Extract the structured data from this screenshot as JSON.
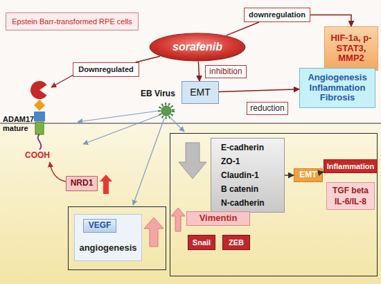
{
  "diagram": {
    "nodes": [
      {
        "text": [
          "Epstein Barr-transformed RPE cells"
        ]
      },
      {
        "text": [
          "downregulation"
        ]
      },
      {
        "text": [
          "sorafenib"
        ]
      },
      {
        "text": [
          "HIF-1a, p-STAT3, MMP2"
        ]
      },
      {
        "text": [
          "Downregulated"
        ]
      },
      {
        "text": [
          "inhibition"
        ]
      },
      {
        "text": [
          "Angiogenesis Inflammation Fibrosis"
        ]
      },
      {
        "text": [
          "EMT"
        ]
      },
      {
        "text": [
          "reduction"
        ]
      },
      {
        "text": [
          "NRD1"
        ]
      },
      {
        "text": []
      },
      {
        "text": [
          "E-cadherin",
          "ZO-1",
          "Claudin-1",
          "B catenin",
          "N-cadherin"
        ],
        "in": 10
      },
      {
        "text": [
          "EMT"
        ],
        "in": 10
      },
      {
        "text": [
          "Inflammation"
        ],
        "in": 10
      },
      {
        "text": [
          "TGF beta IL-6/IL-8"
        ],
        "in": 10
      },
      {
        "text": [
          "Vimentin"
        ],
        "in": 10
      },
      {
        "text": [
          "Snail"
        ],
        "in": 10
      },
      {
        "text": [
          "ZEB"
        ],
        "in": 10
      },
      {
        "text": []
      },
      {
        "text": [
          "angiogenesis"
        ],
        "in": 18
      },
      {
        "text": [
          "VEGF"
        ],
        "in": 19
      }
    ],
    "edges": [
      {
        "from": 2,
        "to": 1,
        "arrow": "none"
      },
      {
        "from": 1,
        "to": 3,
        "arrow": "to"
      },
      {
        "from": 2,
        "to": 4,
        "arrow": "none"
      },
      {
        "from": 2,
        "to": 7,
        "arrow": "to"
      },
      {
        "from": 7,
        "to": 6,
        "arrow": "to"
      },
      {
        "from": 11,
        "to": 12,
        "arrow": "to"
      },
      {
        "from": 12,
        "to": 13,
        "arrow": "to"
      }
    ],
    "labels": [
      "ADAM17 mature",
      "COOH",
      "EB Virus"
    ]
  }
}
